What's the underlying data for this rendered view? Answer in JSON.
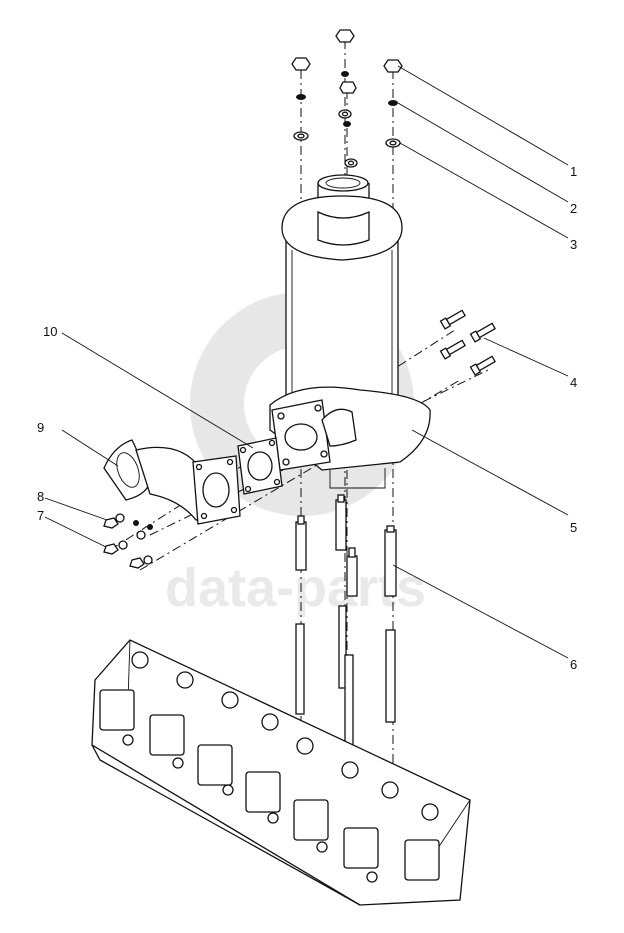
{
  "callouts": [
    {
      "number": "1"
    },
    {
      "number": "2"
    },
    {
      "number": "3"
    },
    {
      "number": "4"
    },
    {
      "number": "5"
    },
    {
      "number": "6"
    },
    {
      "number": "7"
    },
    {
      "number": "8"
    },
    {
      "number": "9"
    },
    {
      "number": "10"
    }
  ],
  "watermark": {
    "text": "data-parts",
    "color": "#c9c9c9"
  }
}
